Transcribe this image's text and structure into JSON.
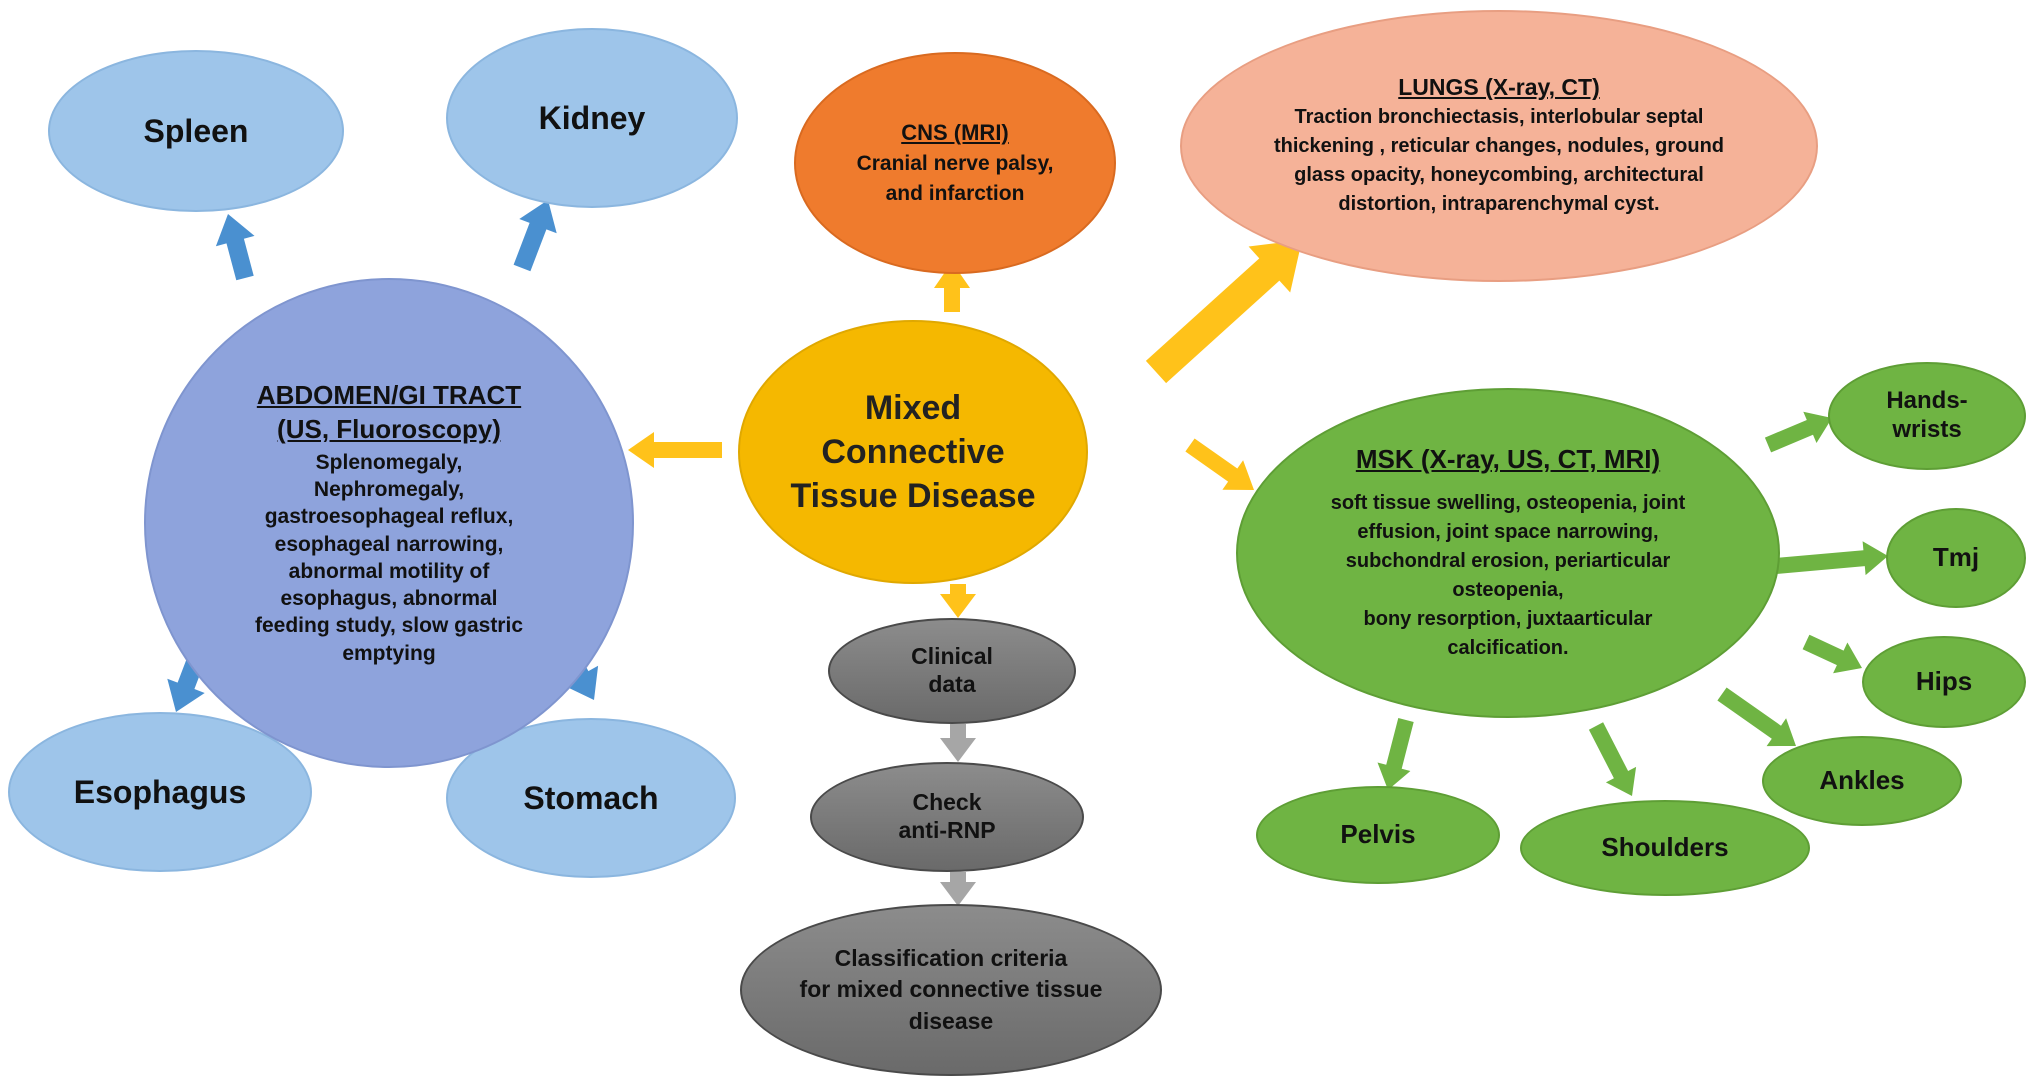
{
  "colors": {
    "center_fill": "#f5b800",
    "yellow_arrow": "#ffc21a",
    "blue_arrow": "#4a90d0",
    "gray_arrow": "#a6a6a6",
    "abdomen_fill": "#8ea3dc",
    "blue_node": "#9ec5ea",
    "cns_fill": "#ef7b2d",
    "lungs_fill": "#f5b298",
    "msk_fill": "#6fb443",
    "gray_node": "#7b7b7b"
  },
  "center": {
    "label": "Mixed\nConnective\nTissue Disease"
  },
  "cns": {
    "title": "CNS (MRI)",
    "body": "Cranial nerve palsy,\nand infarction"
  },
  "lungs": {
    "title": "LUNGS (X-ray, CT)",
    "body": "Traction bronchiectasis, interlobular septal\nthickening , reticular changes, nodules, ground\nglass opacity, honeycombing, architectural\ndistortion, intraparenchymal cyst."
  },
  "abdomen": {
    "title_line1": "ABDOMEN/GI TRACT",
    "title_line2": "(US, Fluoroscopy)",
    "body": "Splenomegaly,\nNephromegaly,\ngastroesophageal reflux,\nesophageal narrowing,\nabnormal motility of\nesophagus, abnormal\nfeeding study, slow gastric\nemptying"
  },
  "abdomen_targets": {
    "spleen": "Spleen",
    "kidney": "Kidney",
    "esophagus": "Esophagus",
    "stomach": "Stomach"
  },
  "msk": {
    "title": "MSK (X-ray, US, CT, MRI)",
    "body": "soft tissue swelling, osteopenia, joint\neffusion, joint space narrowing,\nsubchondral erosion, periarticular\nosteopenia,\nbony resorption, juxtaarticular\ncalcification."
  },
  "msk_targets": {
    "hands": "Hands-\nwrists",
    "tmj": "Tmj",
    "hips": "Hips",
    "ankles": "Ankles",
    "shoulders": "Shoulders",
    "pelvis": "Pelvis"
  },
  "flow": {
    "clinical": "Clinical\ndata",
    "anti_rnp": "Check\nanti-RNP",
    "criteria": "Classification criteria\nfor mixed connective tissue\ndisease"
  }
}
